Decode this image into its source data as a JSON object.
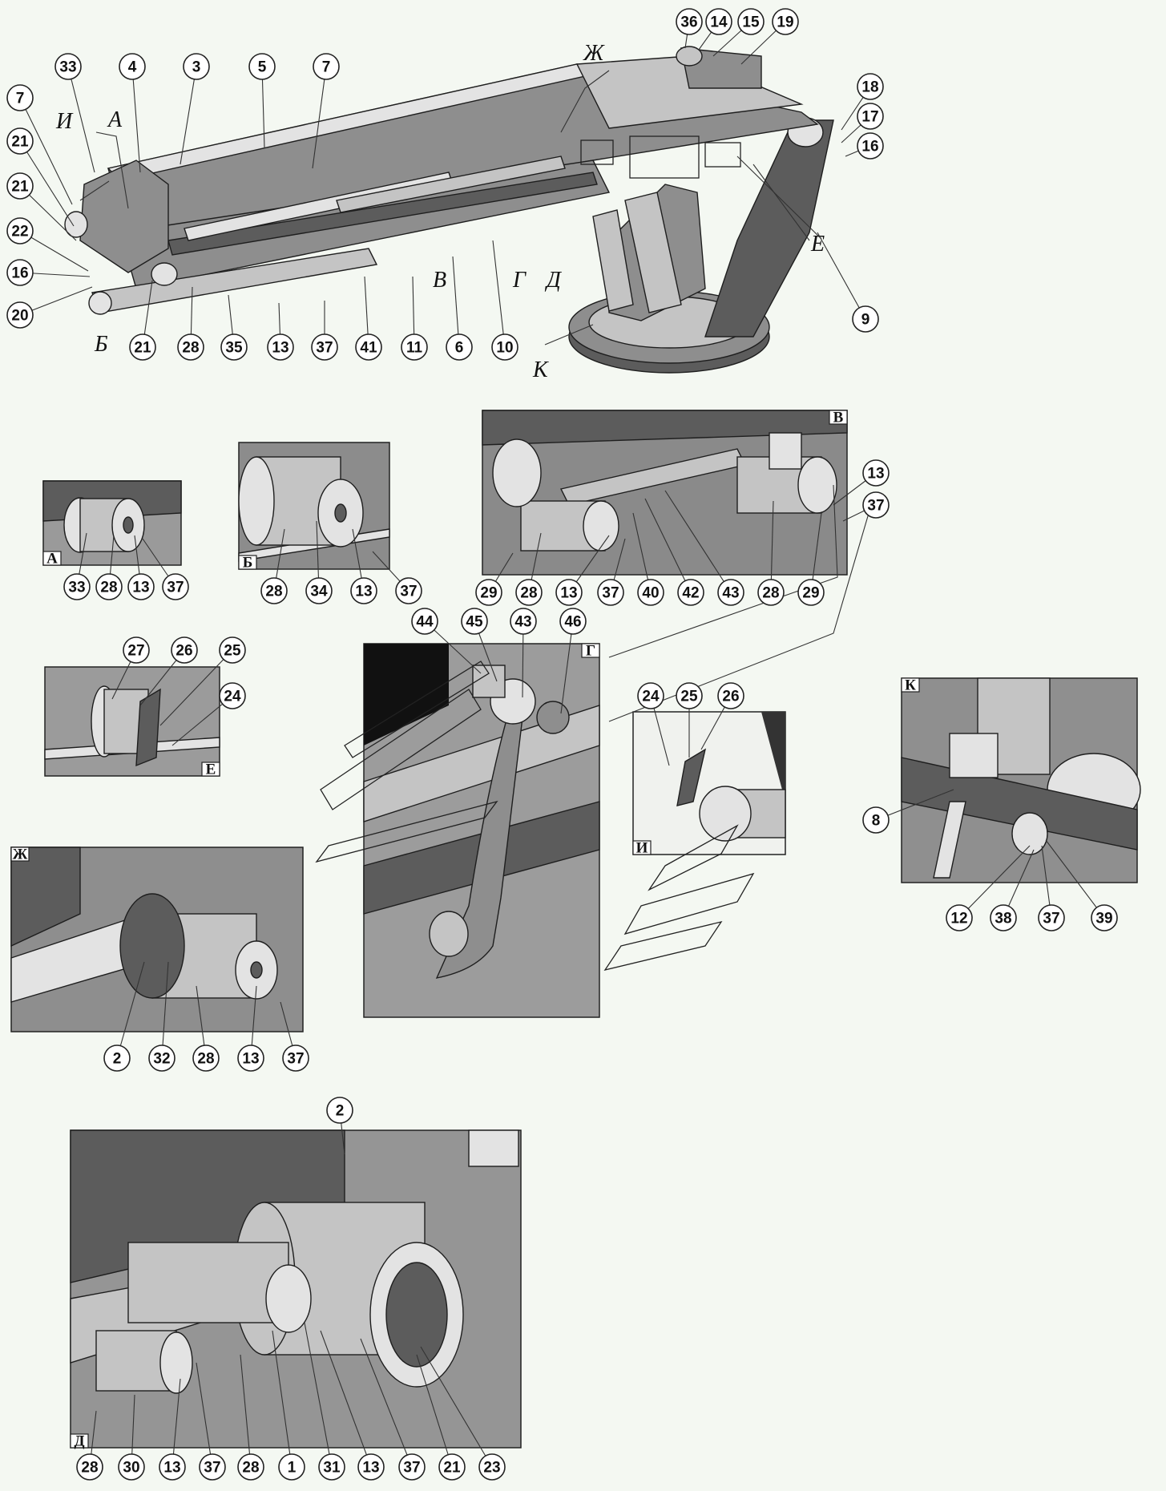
{
  "callouts": {
    "main": [
      "36",
      "14",
      "15",
      "19",
      "18",
      "17",
      "16",
      "33",
      "4",
      "3",
      "5",
      "7",
      "7",
      "21",
      "21",
      "22",
      "16",
      "20",
      "21",
      "28",
      "35",
      "13",
      "37",
      "41",
      "11",
      "6",
      "10",
      "9"
    ],
    "a": [
      "33",
      "28",
      "13",
      "37"
    ],
    "b": [
      "28",
      "34",
      "13",
      "37"
    ],
    "v": [
      "13",
      "37",
      "29",
      "28",
      "13",
      "37",
      "40",
      "42",
      "43",
      "28",
      "29"
    ],
    "g": [
      "44",
      "45",
      "43",
      "46"
    ],
    "i": [
      "24",
      "25",
      "26"
    ],
    "e": [
      "27",
      "26",
      "25",
      "24"
    ],
    "k": [
      "8",
      "12",
      "38",
      "37",
      "39"
    ],
    "zh": [
      "2",
      "32",
      "28",
      "13",
      "37"
    ],
    "d": [
      "2",
      "28",
      "30",
      "13",
      "37",
      "28",
      "1",
      "31",
      "13",
      "37",
      "21",
      "23"
    ]
  },
  "view_letters": [
    "Ж",
    "И",
    "А",
    "В",
    "Г",
    "Д",
    "Е",
    "Б",
    "К"
  ],
  "panel_labels": {
    "a": "А",
    "b": "Б",
    "v": "В",
    "g": "Г",
    "i": "И",
    "e": "Е",
    "k": "К",
    "zh": "Ж",
    "d": "Д"
  }
}
